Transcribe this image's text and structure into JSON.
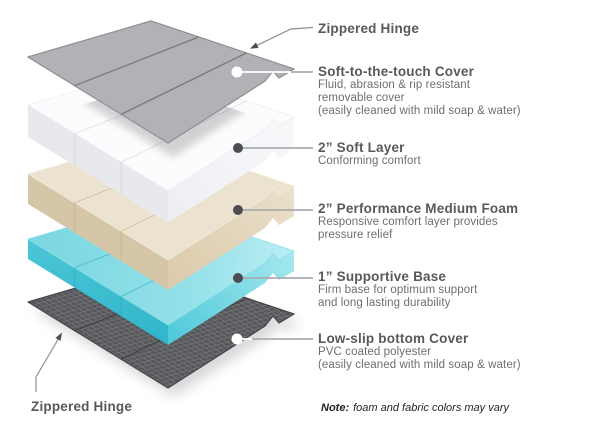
{
  "callouts": [
    {
      "id": "zippered-hinge-top",
      "title": "Zippered Hinge",
      "desc": []
    },
    {
      "id": "soft-to-the-touch-cover",
      "title": "Soft-to-the-touch Cover",
      "desc": [
        "Fluid, abrasion & rip resistant",
        "removable cover",
        "(easily cleaned with mild soap & water)"
      ]
    },
    {
      "id": "soft-layer",
      "title": "2” Soft Layer",
      "desc": [
        "Conforming comfort"
      ]
    },
    {
      "id": "performance-medium-foam",
      "title": "2” Performance Medium Foam",
      "desc": [
        "Responsive comfort layer provides",
        "pressure relief"
      ]
    },
    {
      "id": "supportive-base",
      "title": "1” Supportive Base",
      "desc": [
        "Firm base for optimum support",
        "and long lasting durability"
      ]
    },
    {
      "id": "low-slip-bottom-cover",
      "title": "Low-slip bottom Cover",
      "desc": [
        "PVC coated polyester",
        "(easily cleaned with mild soap & water)"
      ]
    }
  ],
  "bottom_callout": {
    "title": "Zippered Hinge"
  },
  "note": {
    "label": "Note:",
    "text": "foam and fabric colors may vary"
  },
  "layer_colors": {
    "top_cover": "#b0b2b5",
    "soft_layer": "#fbfcfd",
    "performance_medium_foam": "#ebe2d0",
    "supportive_base": "#7fd9e3",
    "bottom_cover": "#56585b",
    "title_text": "#58595b",
    "desc_text": "#6d6e71",
    "leader_line": "#aaacaf"
  }
}
